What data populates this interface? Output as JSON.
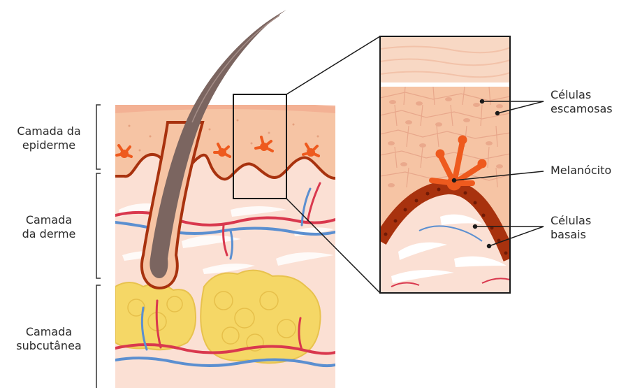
{
  "layers": {
    "epidermis": [
      "Camada da",
      "epiderme"
    ],
    "dermis": [
      "Camada",
      "da derme"
    ],
    "subcutaneous": [
      "Camada",
      "subcutânea"
    ]
  },
  "callouts": {
    "squamous": [
      "Células",
      "escamosas"
    ],
    "melanocyte": [
      "Melanócito"
    ],
    "basal": [
      "Células",
      "basais"
    ]
  },
  "colors": {
    "epidermis": "#f6c4a4",
    "dermis": "#fbe0d4",
    "basal_layer": "#a8320e",
    "melanocyte": "#ee5a1e",
    "fat": "#f5d766",
    "artery": "#d9384e",
    "vein": "#5b8fd0",
    "hair": "#7b6560"
  }
}
